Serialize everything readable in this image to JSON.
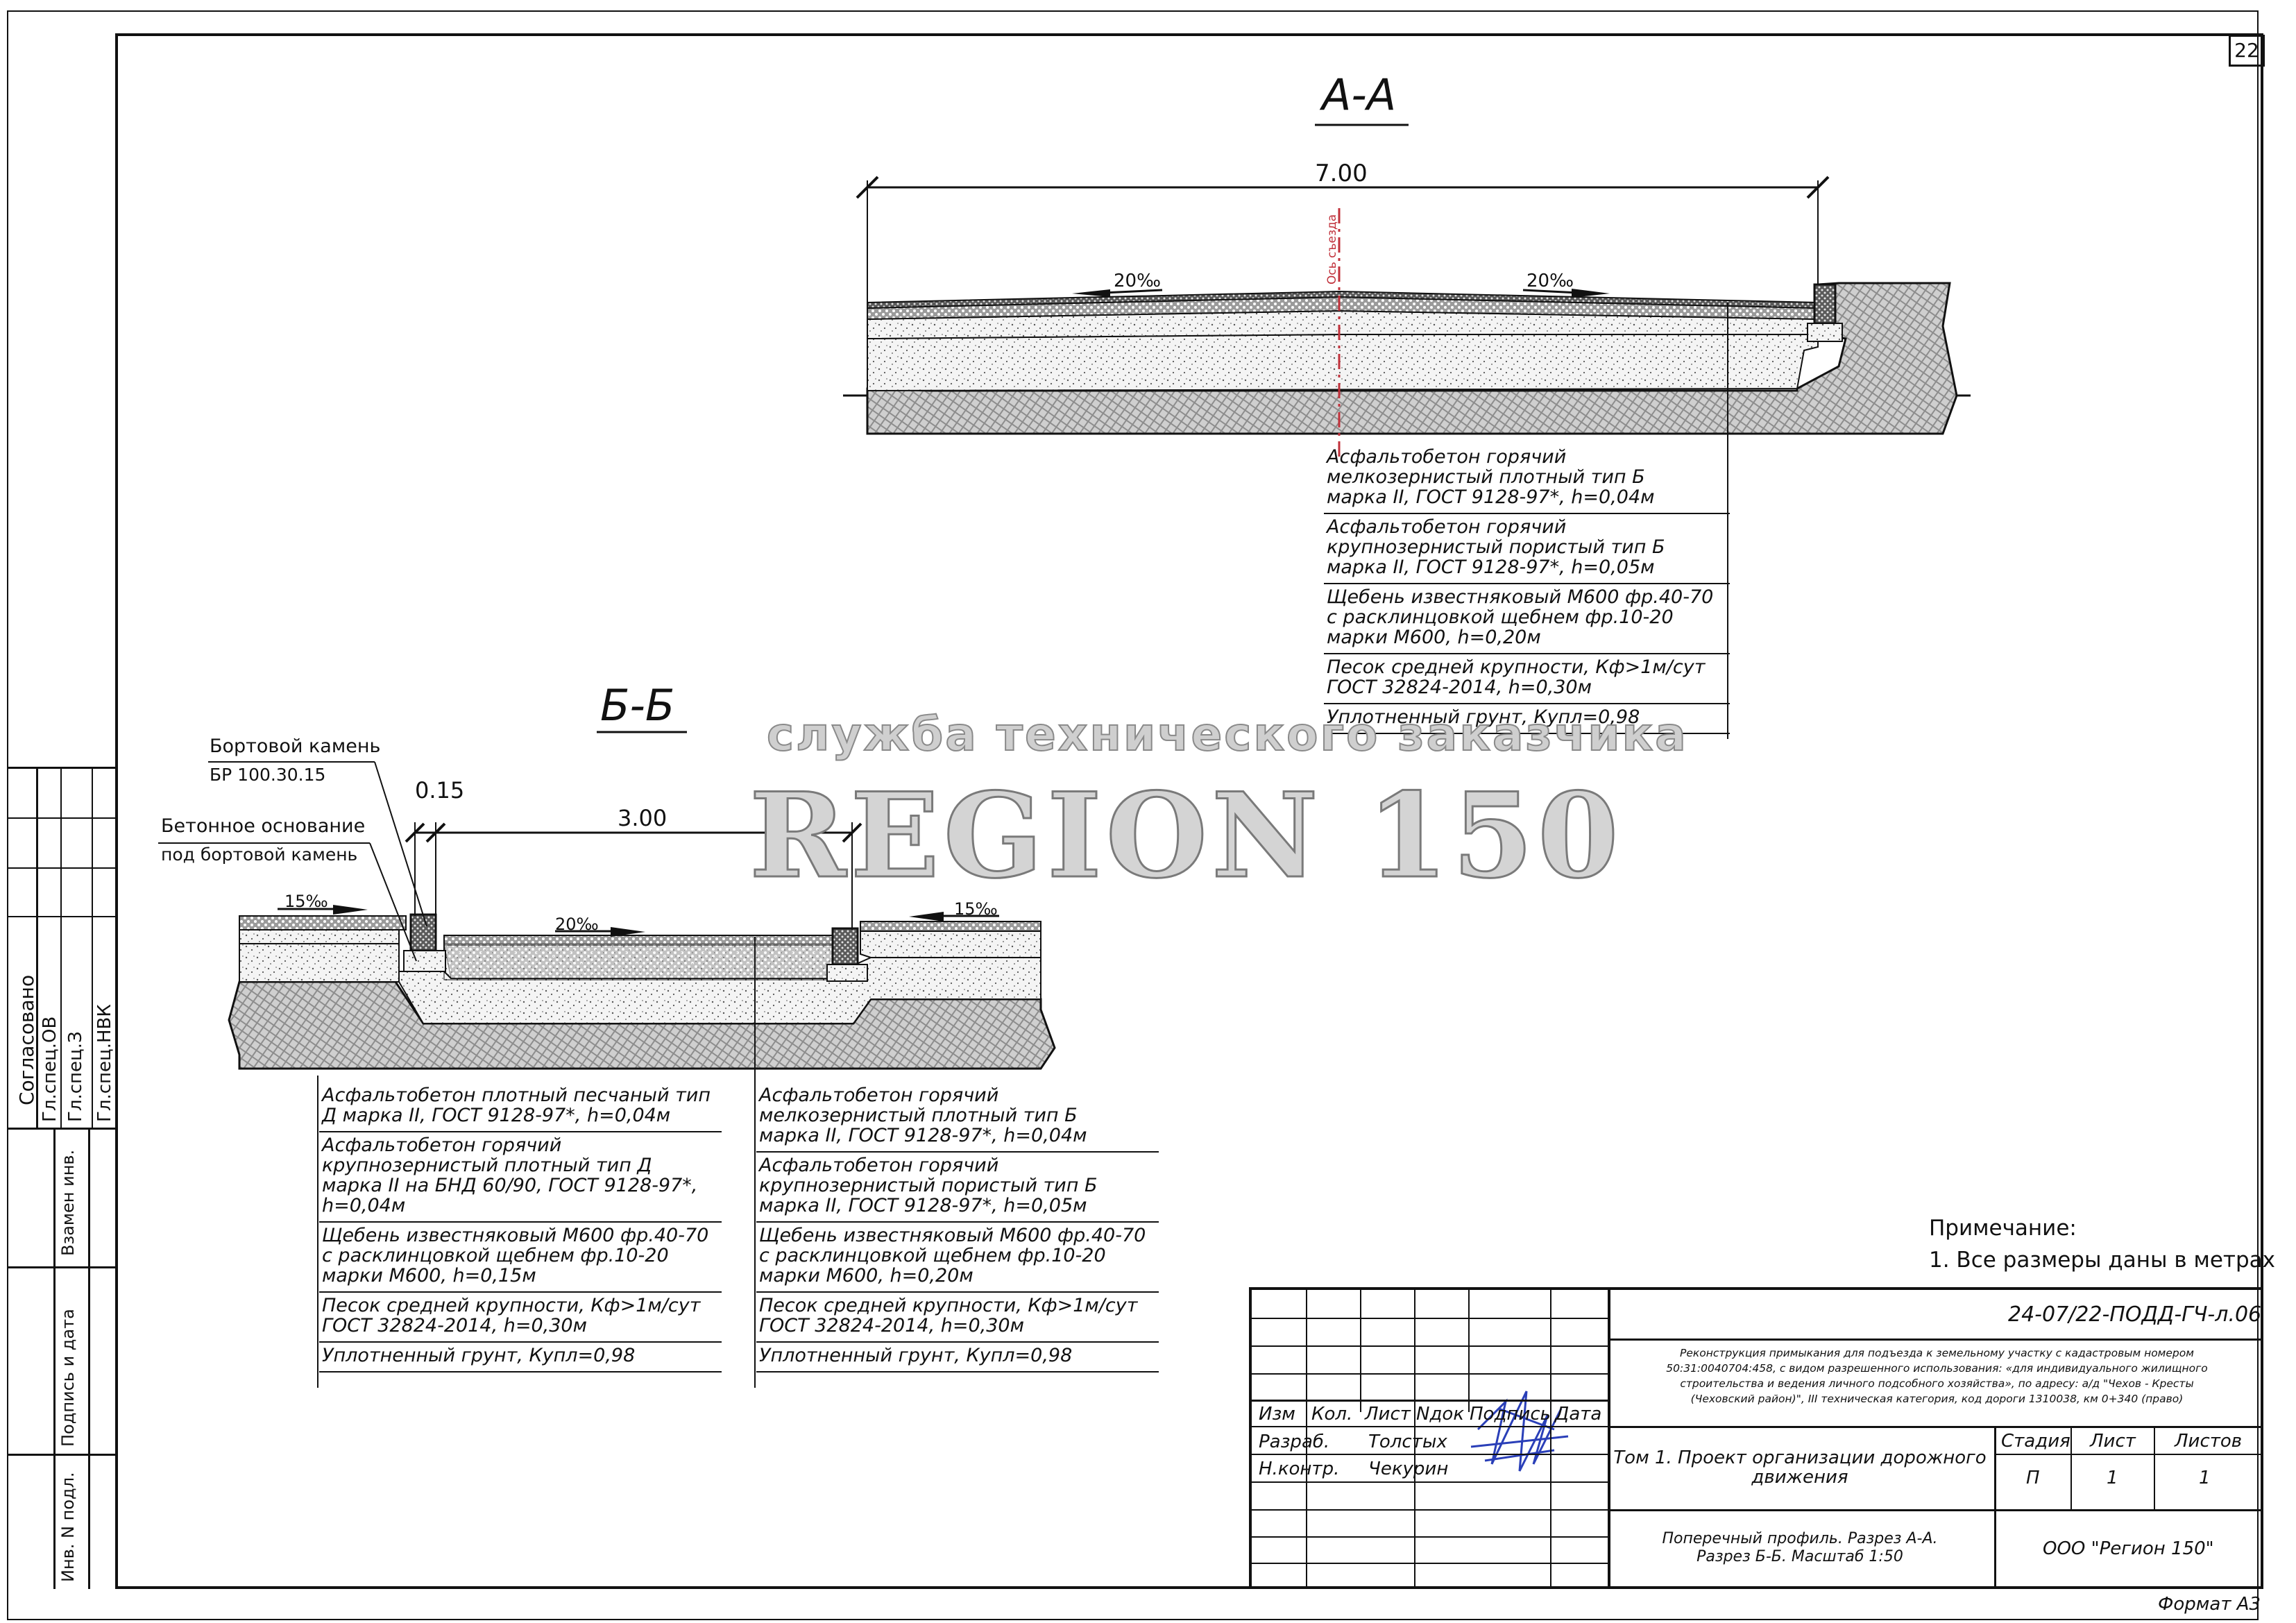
{
  "sheet": {
    "number": "22",
    "format_label": "Формат А3"
  },
  "section_aa": {
    "title": "А-А",
    "width_dim": "7.00",
    "slope_left": "20‰",
    "slope_right": "20‰",
    "axis_label": "Ось съезда",
    "layers": [
      {
        "lines": [
          "Асфальтобетон горячий",
          "мелкозернистый плотный тип Б",
          "марка II, ГОСТ 9128-97*, h=0,04м"
        ]
      },
      {
        "lines": [
          "Асфальтобетон горячий",
          "крупнозернистый пористый тип Б",
          "марка II, ГОСТ 9128-97*, h=0,05м"
        ]
      },
      {
        "lines": [
          "Щебень известняковый М600 фр.40-70",
          "с расклинцовкой щебнем фр.10-20",
          "марки М600, h=0,20м"
        ]
      },
      {
        "lines": [
          "Песок средней крупности, Кф>1м/сут",
          "ГОСТ 32824-2014, h=0,30м"
        ]
      },
      {
        "lines": [
          "Уплотненный грунт, Купл=0,98"
        ]
      }
    ]
  },
  "section_bb": {
    "title": "Б-Б",
    "curb_label_1": "Бортовой камень",
    "curb_label_2": "БР 100.30.15",
    "base_label_1": "Бетонное основание",
    "base_label_2": "под бортовой камень",
    "dim_curb": "0.15",
    "dim_width": "3.00",
    "slope_left": "15‰",
    "slope_mid": "20‰",
    "slope_right": "15‰",
    "layers_left": [
      {
        "lines": [
          "Асфальтобетон плотный песчаный тип",
          "Д марка II, ГОСТ 9128-97*, h=0,04м"
        ]
      },
      {
        "lines": [
          "Асфальтобетон горячий",
          "крупнозернистый плотный тип Д",
          "марка II на БНД 60/90, ГОСТ 9128-97*,",
          "h=0,04м"
        ]
      },
      {
        "lines": [
          "Щебень известняковый М600 фр.40-70",
          "с расклинцовкой щебнем фр.10-20",
          "марки М600, h=0,15м"
        ]
      },
      {
        "lines": [
          "Песок средней крупности, Кф>1м/сут",
          "ГОСТ 32824-2014, h=0,30м"
        ]
      },
      {
        "lines": [
          "Уплотненный грунт, Купл=0,98"
        ]
      }
    ],
    "layers_right": [
      {
        "lines": [
          "Асфальтобетон горячий",
          "мелкозернистый плотный тип Б",
          "марка II, ГОСТ 9128-97*, h=0,04м"
        ]
      },
      {
        "lines": [
          "Асфальтобетон горячий",
          "крупнозернистый пористый тип Б",
          "марка II, ГОСТ 9128-97*, h=0,05м"
        ]
      },
      {
        "lines": [
          "Щебень известняковый М600 фр.40-70",
          "с расклинцовкой щебнем фр.10-20",
          "марки М600, h=0,20м"
        ]
      },
      {
        "lines": [
          "Песок средней крупности, Кф>1м/сут",
          "ГОСТ 32824-2014, h=0,30м"
        ]
      },
      {
        "lines": [
          "Уплотненный грунт, Купл=0,98"
        ]
      }
    ]
  },
  "watermark": {
    "line1": "служба технического заказчика",
    "line2": "REGION 150"
  },
  "note": {
    "title": "Примечание:",
    "text": "1. Все размеры даны в метрах"
  },
  "left_strip": {
    "agreed": "Согласовано",
    "roles": [
      "Гл.спец.ОВ",
      "Гл.спец.З",
      "Гл.спец.НВК"
    ],
    "vzam": "Взамен инв.",
    "podpis": "Подпись и дата",
    "inv": "Инв. N подл."
  },
  "stamp": {
    "code": "24-07/22-ПОДД-ГЧ-л.06",
    "project_lines": [
      "Реконструкция примыкания для подъезда к земельному участку с кадастровым номером",
      "50:31:0040704:458, с видом разрешенного использования: «для индивидуального жилищного",
      "строительства и ведения личного подсобного хозяйства», по адресу: а/д \"Чехов - Кресты",
      "(Чеховский район)\", III техническая категория, код дороги 1310038, км 0+340 (право)"
    ],
    "headers": [
      "Изм",
      "Кол.",
      "Лист",
      "Nдок",
      "Подпись",
      "Дата"
    ],
    "razrab_role": "Разраб.",
    "razrab_name": "Толстых",
    "nkontr_role": "Н.контр.",
    "nkontr_name": "Чекурин",
    "volume": [
      "Том 1. Проект организации дорожного",
      "движения"
    ],
    "stage_header": "Стадия",
    "sheet_header": "Лист",
    "sheets_header": "Листов",
    "stage_value": "П",
    "sheet_value": "1",
    "sheets_value": "1",
    "drawing": [
      "Поперечный профиль. Разрез А-А.",
      "Разрез Б-Б. Масштаб 1:50"
    ],
    "company": "ООО \"Регион 150\""
  }
}
